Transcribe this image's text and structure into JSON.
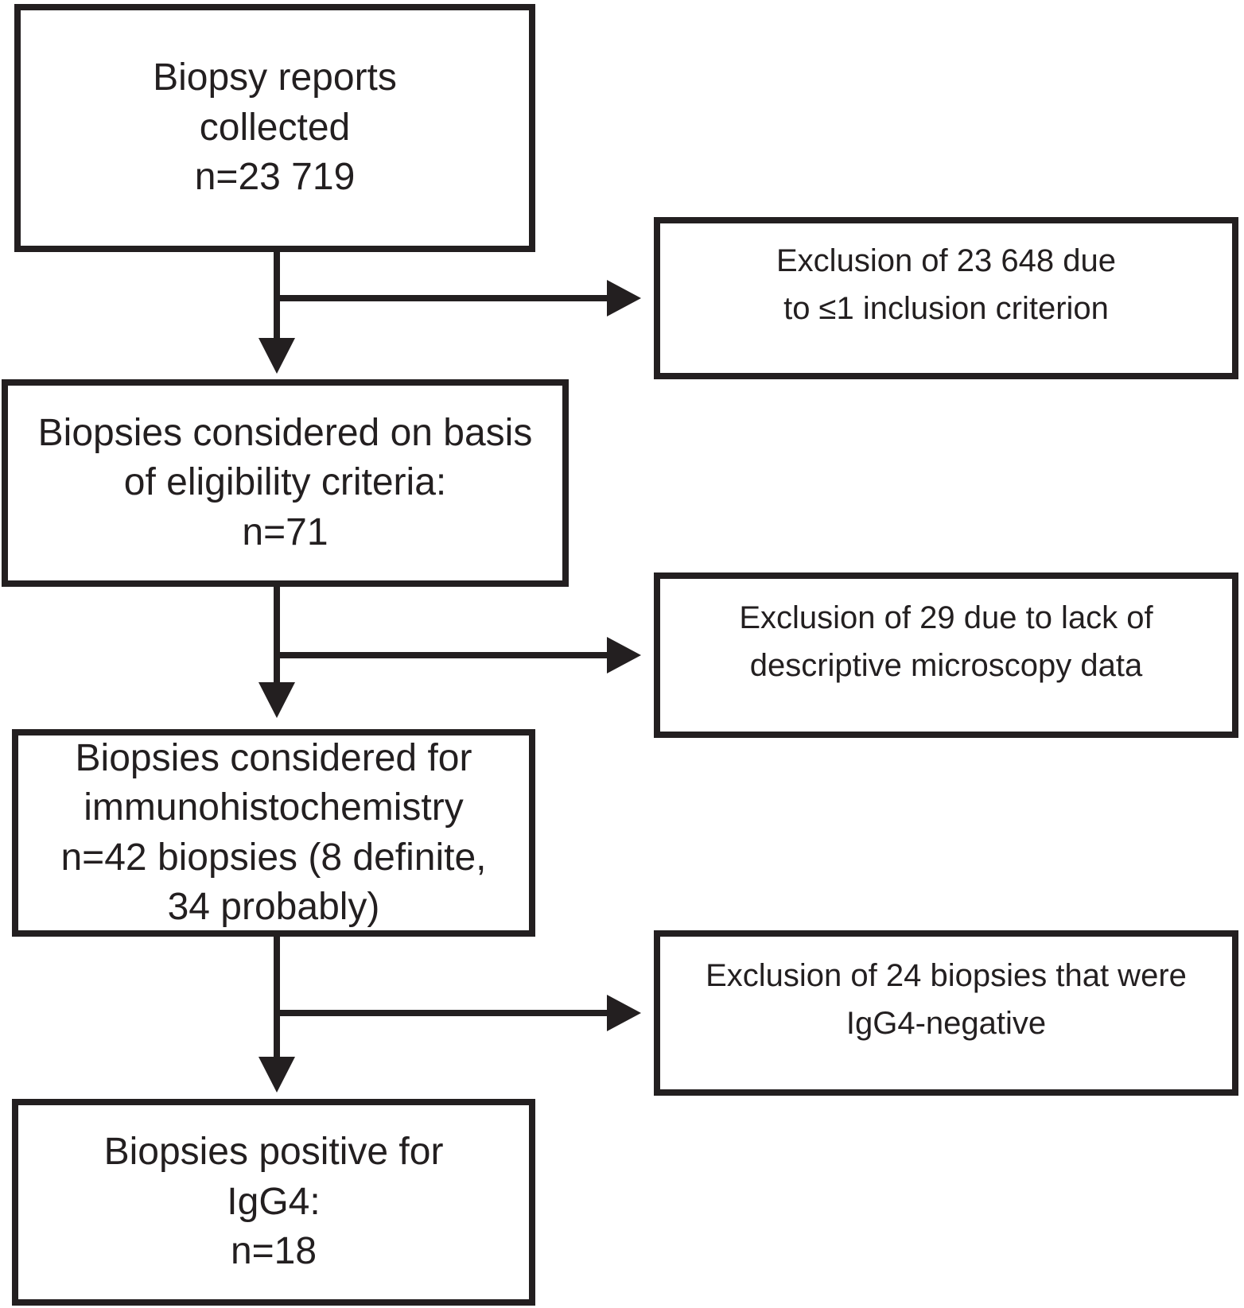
{
  "flowchart": {
    "steps": [
      {
        "id": "biopsy-reports-collected",
        "text": "Biopsy reports\ncollected\nn=23 719"
      },
      {
        "id": "eligibility-criteria",
        "text": "Biopsies considered on basis\nof eligibility criteria:\nn=71"
      },
      {
        "id": "immunohistochemistry",
        "text": "Biopsies considered for\nimmunohistochemistry\nn=42 biopsies (8 definite,\n34 probably)"
      },
      {
        "id": "igg4-positive",
        "text": "Biopsies positive for\nIgG4:\nn=18"
      }
    ],
    "exclusions": [
      {
        "id": "exclusion-inclusion-criterion",
        "text": "Exclusion of 23 648 due\nto ≤1 inclusion criterion"
      },
      {
        "id": "exclusion-microscopy-data",
        "text": "Exclusion of 29 due to lack of\ndescriptive microscopy data"
      },
      {
        "id": "exclusion-igg4-negative",
        "text": "Exclusion of 24 biopsies that were\nIgG4-negative"
      }
    ],
    "colors": {
      "ink": "#231f20",
      "background": "#ffffff"
    }
  }
}
